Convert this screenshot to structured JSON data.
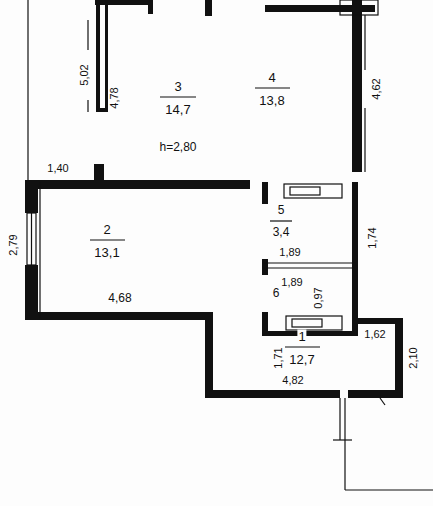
{
  "diagram": {
    "labels": [
      "5,02",
      "4,78",
      "3",
      "14,7",
      "4",
      "13,8",
      "4,62",
      "h=2,80",
      "1,40",
      "2",
      "13,1",
      "5",
      "3,4",
      "1,74",
      "1,89",
      "2,79",
      "1,89",
      "4,68",
      "6",
      "0,97",
      "1,62",
      "1,71",
      "1",
      "12,7",
      "2,10",
      "4,82"
    ]
  }
}
